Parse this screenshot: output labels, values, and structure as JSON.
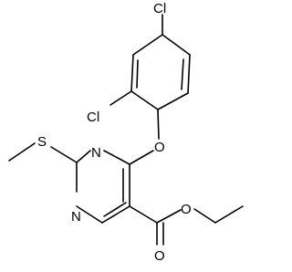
{
  "diagram": {
    "type": "chemical-structure",
    "atoms": {
      "cl_top": "Cl",
      "cl_left": "Cl",
      "o_ether": "O",
      "s": "S",
      "n_upper": "N",
      "n_lower": "N",
      "o_carbonyl": "O",
      "o_ester": "O"
    },
    "colors": {
      "ink": "#000000",
      "background": "#ffffff"
    }
  }
}
